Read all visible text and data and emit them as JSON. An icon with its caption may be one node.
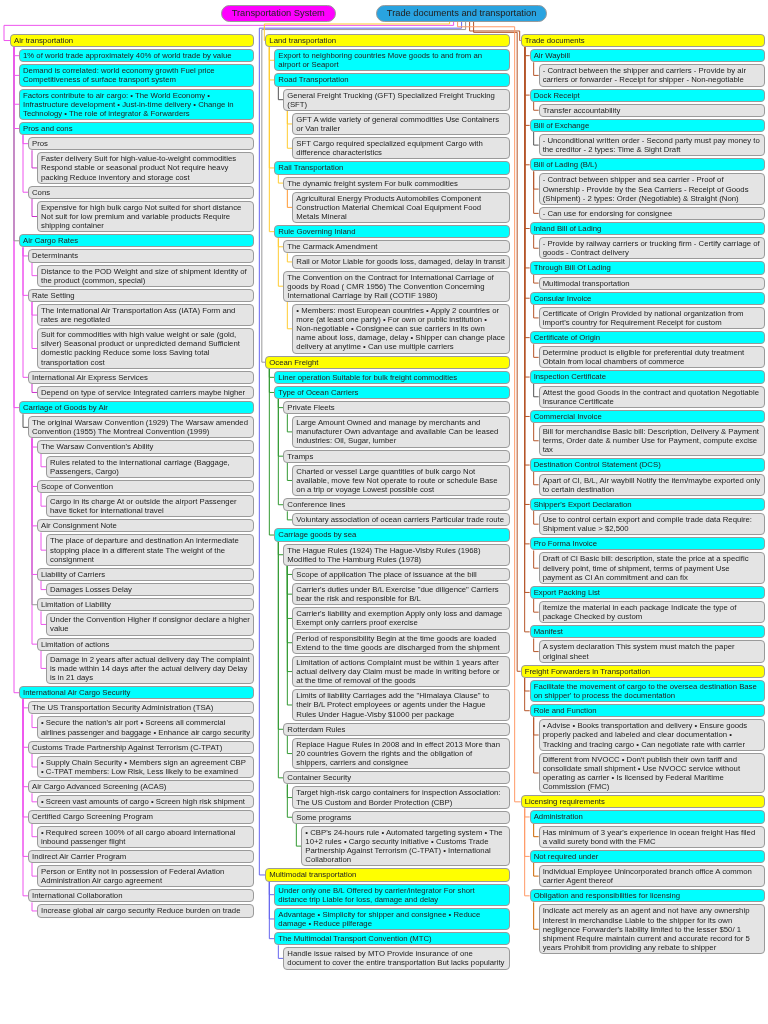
{
  "diagram": {
    "nodes": [
      {
        "text": [
          "Transportation System"
        ]
      },
      {
        "text": [
          "Trade documents and transportation"
        ]
      },
      {
        "text": [
          "Land transportation"
        ]
      },
      {
        "text": [
          "Export to neighboring countries Move goods to and from an airport or Seaport"
        ]
      },
      {
        "text": [
          "Road Transportation"
        ]
      },
      {
        "text": [
          "General Freight Trucking (GFT) Specialized Freight Trucking (SFT)"
        ]
      },
      {
        "text": [
          "GFT A wide variety of general commodities Use Containers or Van trailer"
        ]
      },
      {
        "text": [
          "SFT Cargo required specialized equipment Cargo with difference characteristics"
        ]
      },
      {
        "text": [
          "Rail Transportation"
        ]
      },
      {
        "text": [
          "The dynamic freight system For bulk commodities"
        ]
      },
      {
        "text": [
          "Agricultural Energy Products Automobiles Component Construction Material Chemical Coal Equipment Food Metals Mineral"
        ]
      },
      {
        "text": [
          "Rule Governing Inland"
        ]
      },
      {
        "text": [
          "The Carmack Amendment"
        ]
      },
      {
        "text": [
          "Rail or Motor Liable for goods loss, damaged, delay in transit"
        ]
      },
      {
        "text": [
          "The Convention on the Contract for International Carriage of goods by Road ( CMR 1956) The Convention Concerning International Carriage by Rail (COTIF 1980)"
        ]
      },
      {
        "text": [
          "• Members: most European countries • Apply 2 countries or more (at least one party) • For own or public institution • Non-negotiable • Consignee can sue carriers in its own name about loss, damage, delay • Shipper can change place delivery at anytime • Can use multiple carriers"
        ]
      },
      {
        "text": [
          "Air transportation"
        ]
      },
      {
        "text": [
          "1% of world trade approximately 40% of world trade by value"
        ]
      },
      {
        "text": [
          "Demand is correlated: world economy growth Fuel price Competitiveness of surface transport system"
        ]
      },
      {
        "text": [
          "Factors contribute to air cargo: • The World Economy • Infrastructure development • Just-in-time delivery • Change in Technology • The role of integrator & Forwarders"
        ]
      },
      {
        "text": [
          "Pros and cons"
        ]
      },
      {
        "text": [
          "Pros"
        ]
      },
      {
        "text": [
          "Faster delivery Suit for high-value-to-weight commodities Respond stable or seasonal product Not require heavy packing Reduce inventory and storage cost"
        ]
      },
      {
        "text": [
          "Cons"
        ]
      },
      {
        "text": [
          "Expensive for high bulk cargo Not suited for short distance Not suit for low premium and variable products Require shipping container"
        ]
      },
      {
        "text": [
          "Air Cargo Rates"
        ]
      },
      {
        "text": [
          "Determinants"
        ]
      },
      {
        "text": [
          "Distance to the POD Weight and size of shipment Identity of the product (common, special)"
        ]
      },
      {
        "text": [
          "Rate Setting"
        ]
      },
      {
        "text": [
          "The International Air Transportation Ass (IATA) Form and rates are negotiated"
        ]
      },
      {
        "text": [
          "Suit for commodities with high value weight or sale (gold, silver) Seasonal product or unpredicted demand Sufficient domestic packing Reduce some loss Saving total transportation cost"
        ]
      },
      {
        "text": [
          "International Air Express Services"
        ]
      },
      {
        "text": [
          "Depend on type of service Integrated carriers maybe higher"
        ]
      },
      {
        "text": [
          "Carriage of Goods by Air"
        ]
      },
      {
        "text": [
          "The original Warsaw Convention (1929) The Warsaw amended Convention (1955) The Montreal Convention (1999)"
        ]
      },
      {
        "text": [
          "The Warsaw Convention's Ability"
        ]
      },
      {
        "text": [
          "Rules related to the international carriage (Baggage, Passengers, Cargo)"
        ]
      },
      {
        "text": [
          "Scope of Convention"
        ]
      },
      {
        "text": [
          "Cargo in its charge At or outside the airport Passenger have ticket for international travel"
        ]
      },
      {
        "text": [
          "Air Consignment Note"
        ]
      },
      {
        "text": [
          "The place of departure and destination An intermediate stopping place in a different state The weight of the consignment"
        ]
      },
      {
        "text": [
          "Liability of Carriers"
        ]
      },
      {
        "text": [
          "Damages Losses Delay"
        ]
      },
      {
        "text": [
          "Limitation of Liability"
        ]
      },
      {
        "text": [
          "Under the Convention Higher if consignor declare a higher value"
        ]
      },
      {
        "text": [
          "Limitation of actions"
        ]
      },
      {
        "text": [
          "Damage in 2 years after actual delivery day The complaint is made within 14 days after the actual delivery day Delay is in 21 days"
        ]
      },
      {
        "text": [
          "International Air Cargo Security"
        ]
      },
      {
        "text": [
          "The US Transportation Security Administration (TSA)"
        ]
      },
      {
        "text": [
          "• Secure the nation's air port • Screens all commercial airlines passenger and baggage • Enhance air cargo security"
        ]
      },
      {
        "text": [
          "Customs Trade Partnership Against Terrorism (C-TPAT)"
        ]
      },
      {
        "text": [
          "• Supply Chain Security • Members sign an agreement CBP • C-TPAT members: Low Risk, Less likely to be examined"
        ]
      },
      {
        "text": [
          "Air Cargo Advanced Screening (ACAS)"
        ]
      },
      {
        "text": [
          "• Screen vast amounts of cargo • Screen high risk shipment"
        ]
      },
      {
        "text": [
          "Certified Cargo Screening Program"
        ]
      },
      {
        "text": [
          "• Required screen 100% of all cargo aboard international inbound passenger flight"
        ]
      },
      {
        "text": [
          "Indirect Air Carrier Program"
        ]
      },
      {
        "text": [
          "Person or Entity not in possession of Federal Aviation Administration Air cargo agreement"
        ]
      },
      {
        "text": [
          "International Collaboration"
        ]
      },
      {
        "text": [
          "Increase global air cargo security Reduce burden on trade"
        ]
      },
      {
        "text": [
          "Licensing requirements"
        ]
      },
      {
        "text": [
          "Administration"
        ]
      },
      {
        "text": [
          "Has minimum of 3 year's experience in ocean freight Has filed a valid surety bond with the FMC"
        ]
      },
      {
        "text": [
          "Not required under"
        ]
      },
      {
        "text": [
          "Individual Employee Unincorporated branch office A common carrier Agent thereof"
        ]
      },
      {
        "text": [
          "Obligation and responsibilities for licensing"
        ]
      },
      {
        "text": [
          "Indicate act merely as an agent and not have any ownership interest in merchandise Liable to the shipper for its own negligence Forwarder's liability limited to the lesser $50/ 1 shipment Require maintain current and accurate record for 5 years Prohibit from providing any rebate to shipper"
        ]
      },
      {
        "text": [
          "Multimodal transportation"
        ]
      },
      {
        "text": [
          "Under only one B/L Offered by carrier/integrator For short distance trip Liable for loss, damage and delay"
        ]
      },
      {
        "text": [
          "Advantage • Simplicity for shipper and consignee • Reduce damage • Reduce pilferage"
        ]
      },
      {
        "text": [
          "The Multimodal Transport Convention (MTC)"
        ]
      },
      {
        "text": [
          "Handle issue raised by MTO Provide insurance of one document to cover the entire transportation But lacks popularity"
        ]
      },
      {
        "text": [
          "Ocean Freight"
        ]
      },
      {
        "text": [
          "Liner operation Suitable for bulk freight commodities"
        ]
      },
      {
        "text": [
          "Type of Ocean Carriers"
        ]
      },
      {
        "text": [
          "Private Fleets"
        ]
      },
      {
        "text": [
          "Large Amount Owned and manage by merchants and manufacturer Own advantage and available Can be leased Industries: Oil, Sugar, lumber"
        ]
      },
      {
        "text": [
          "Tramps"
        ]
      },
      {
        "text": [
          "Charted or vessel Large quantities of bulk cargo Not available, move few Not operate to route or schedule Base on a trip or voyage Lowest possible cost"
        ]
      },
      {
        "text": [
          "Conference lines"
        ]
      },
      {
        "text": [
          "Voluntary association of ocean carriers Particular trade route"
        ]
      },
      {
        "text": [
          "Carriage goods by sea"
        ]
      },
      {
        "text": [
          "The Hague Rules (1924) The Hague-Visby Rules (1968) Modified to The Hamburg Rules (1978)"
        ]
      },
      {
        "text": [
          "Scope of application The place of issuance at the bill"
        ]
      },
      {
        "text": [
          "Carrier's duties under B/L Exercise \"due diligence\" Carriers bear the risk and responsible for B/L"
        ]
      },
      {
        "text": [
          "Carrier's liability and exemption Apply only loss and damage Exempt only carriers proof exercise"
        ]
      },
      {
        "text": [
          "Period of responsibility Begin at the time goods are loaded Extend to the time goods are discharged from the shipment"
        ]
      },
      {
        "text": [
          "Limitation of actions Complaint must be within 1 years after actual delivery day Claim must be made in writing before or at the time of removal of the goods"
        ]
      },
      {
        "text": [
          "Limits of liability Carriages add the \"Himalaya Clause\" to their B/L Protect employees or agents under the Hague Rules Under Hague-Visby $1000 per package"
        ]
      },
      {
        "text": [
          "Rotterdam Rules"
        ]
      },
      {
        "text": [
          "Replace Hague Rules in 2008 and in effect 2013 More than 20 countries Govern the rights and the obligation of shippers, carriers and consignee"
        ]
      },
      {
        "text": [
          "Container Security"
        ]
      },
      {
        "text": [
          "Target high-risk cargo containers for inspection Association: The US Custom and Border Protection (CBP)"
        ]
      },
      {
        "text": [
          "Some programs"
        ]
      },
      {
        "text": [
          "• CBP's 24-hours rule • Automated targeting system • The 10+2 rules • Cargo security initiative • Customs Trade Partnership Against Terrorism (C-TPAT) • International Collaboration"
        ]
      },
      {
        "text": [
          "Trade documents"
        ]
      },
      {
        "text": [
          "Air Waybill"
        ]
      },
      {
        "text": [
          "- Contract between the shipper and carriers - Provide by air carriers or forwarder - Receipt for shipper - Non-negotiable"
        ]
      },
      {
        "text": [
          "Dock Receipt"
        ]
      },
      {
        "text": [
          "Transfer accountability"
        ]
      },
      {
        "text": [
          "Bill of Exchange"
        ]
      },
      {
        "text": [
          "- Unconditional written order - Second party must pay money to the creditor - 2 types: Time & Sight Draft"
        ]
      },
      {
        "text": [
          "Bill of Lading (B/L)"
        ]
      },
      {
        "text": [
          "- Contract between shipper and sea carrier - Proof of Ownership - Provide by the Sea Carriers - Receipt of Goods (Shipment) - 2 types: Order (Negotiable) & Straight (Non)"
        ]
      },
      {
        "text": [
          "- Can use for endorsing for consignee"
        ]
      },
      {
        "text": [
          "Inland Bill of Lading"
        ]
      },
      {
        "text": [
          "- Provide by railway carriers or trucking firm - Certify carriage of goods - Contract delivery"
        ]
      },
      {
        "text": [
          "Through Bill Of Lading"
        ]
      },
      {
        "text": [
          "Multimodal transportation"
        ]
      },
      {
        "text": [
          "Consular Invoice"
        ]
      },
      {
        "text": [
          "Certificate of Origin Provided by national organization from import's country for Requirement Receipt for custom"
        ]
      },
      {
        "text": [
          "Certificate of Origin"
        ]
      },
      {
        "text": [
          "Determine product is eligible for preferential duty treatment Obtain from local chambers of commerce"
        ]
      },
      {
        "text": [
          "Inspection Certificate"
        ]
      },
      {
        "text": [
          "Attest the good Goods in the contract and quotation Negotiable Insurance Certificate"
        ]
      },
      {
        "text": [
          "Commercial Invoice"
        ]
      },
      {
        "text": [
          "Bill for merchandise Basic bill: Description, Delivery & Payment terms, Order date & number Use for Payment, compute excise tax"
        ]
      },
      {
        "text": [
          "Destination Control Statement (DCS)"
        ]
      },
      {
        "text": [
          "Apart of CI, B/L, Air waybill Notify the item/maybe exported only to certain destination"
        ]
      },
      {
        "text": [
          "Shipper's Export Declaration"
        ]
      },
      {
        "text": [
          "Use to control certain export and compile trade data Require: Shipment value > $2,500"
        ]
      },
      {
        "text": [
          "Pro Forma Invoice"
        ]
      },
      {
        "text": [
          "Draft of CI Basic bill: description, state the price at a specific delivery point, time of shipment, terms of payment Use payment as CI An commitment and can fix"
        ]
      },
      {
        "text": [
          "Export Packing List"
        ]
      },
      {
        "text": [
          "Itemize the material in each package Indicate the type of package Checked by custom"
        ]
      },
      {
        "text": [
          "Manifest"
        ]
      },
      {
        "text": [
          "A system declaration This system must match the paper original sheet"
        ]
      },
      {
        "text": [
          "Freight Forwarders in Transportation"
        ]
      },
      {
        "text": [
          "Facilitate the movement of cargo to the oversea destination Base on shipper' to process the documentation"
        ]
      },
      {
        "text": [
          "Role and Function"
        ]
      },
      {
        "text": [
          "• Advise • Books transportation and delivery • Ensure goods properly packed and labeled and clear documentation • Tracking and tracing cargo • Can negotiate rate with carrier"
        ]
      },
      {
        "text": [
          "Different from NVOCC • Don't publish their own tariff and consolidate small shipment • Use NVOCC service without operating as carrier • Is licensed by Federal Maritime Commission (FMC)"
        ]
      }
    ],
    "edges": [
      {
        "from": 1,
        "to": 2,
        "arrow": "none",
        "color": "#ffcc33"
      },
      {
        "from": 2,
        "to": 3,
        "arrow": "none",
        "color": "#ffcc33"
      },
      {
        "from": 2,
        "to": 4,
        "arrow": "none",
        "color": "#ffcc33"
      },
      {
        "from": 4,
        "to": 5,
        "arrow": "none",
        "color": "#555555"
      },
      {
        "from": 5,
        "to": 6,
        "arrow": "none",
        "color": "#ffcc33"
      },
      {
        "from": 5,
        "to": 7,
        "arrow": "none",
        "color": "#ffcc33"
      },
      {
        "from": 2,
        "to": 8,
        "arrow": "none",
        "color": "#ffcc33"
      },
      {
        "from": 8,
        "to": 9,
        "arrow": "none",
        "color": "#ffcc33"
      },
      {
        "from": 9,
        "to": 10,
        "arrow": "none",
        "color": "#ff9933"
      },
      {
        "from": 2,
        "to": 11,
        "arrow": "none",
        "color": "#ffcc33"
      },
      {
        "from": 11,
        "to": 12,
        "arrow": "none",
        "color": "#ffcc33"
      },
      {
        "from": 12,
        "to": 13,
        "arrow": "none",
        "color": "#ffcc33"
      },
      {
        "from": 11,
        "to": 14,
        "arrow": "none",
        "color": "#ffcc33"
      },
      {
        "from": 14,
        "to": 15,
        "arrow": "none",
        "color": "#ffcc33"
      },
      {
        "from": 1,
        "to": 16,
        "arrow": "none",
        "color": "#ee55ee"
      },
      {
        "from": 16,
        "to": 17,
        "arrow": "none",
        "color": "#ee55ee"
      },
      {
        "from": 16,
        "to": 18,
        "arrow": "none",
        "color": "#ee55ee"
      },
      {
        "from": 16,
        "to": 19,
        "arrow": "none",
        "color": "#ee55ee"
      },
      {
        "from": 16,
        "to": 20,
        "arrow": "none",
        "color": "#ee55ee"
      },
      {
        "from": 20,
        "to": 21,
        "arrow": "none",
        "color": "#ee55ee"
      },
      {
        "from": 21,
        "to": 22,
        "arrow": "none",
        "color": "#cc33cc"
      },
      {
        "from": 20,
        "to": 23,
        "arrow": "none",
        "color": "#ee55ee"
      },
      {
        "from": 23,
        "to": 24,
        "arrow": "none",
        "color": "#cc33cc"
      },
      {
        "from": 16,
        "to": 25,
        "arrow": "none",
        "color": "#999999"
      },
      {
        "from": 25,
        "to": 26,
        "arrow": "none",
        "color": "#ee55ee"
      },
      {
        "from": 26,
        "to": 27,
        "arrow": "none",
        "color": "#ee55ee"
      },
      {
        "from": 25,
        "to": 28,
        "arrow": "none",
        "color": "#ee55ee"
      },
      {
        "from": 28,
        "to": 29,
        "arrow": "none",
        "color": "#ee55ee"
      },
      {
        "from": 28,
        "to": 30,
        "arrow": "none",
        "color": "#ee55ee"
      },
      {
        "from": 25,
        "to": 31,
        "arrow": "none",
        "color": "#ee55ee"
      },
      {
        "from": 31,
        "to": 32,
        "arrow": "none",
        "color": "#cc33cc"
      },
      {
        "from": 16,
        "to": 33,
        "arrow": "none",
        "color": "#ee55ee"
      },
      {
        "from": 33,
        "to": 34,
        "arrow": "none",
        "color": "#555555"
      },
      {
        "from": 34,
        "to": 35,
        "arrow": "none",
        "color": "#ee55ee"
      },
      {
        "from": 35,
        "to": 36,
        "arrow": "none",
        "color": "#ee55ee"
      },
      {
        "from": 34,
        "to": 37,
        "arrow": "none",
        "color": "#ee55ee"
      },
      {
        "from": 37,
        "to": 38,
        "arrow": "none",
        "color": "#ee55ee"
      },
      {
        "from": 34,
        "to": 39,
        "arrow": "none",
        "color": "#ee55ee"
      },
      {
        "from": 39,
        "to": 40,
        "arrow": "none",
        "color": "#ee55ee"
      },
      {
        "from": 34,
        "to": 41,
        "arrow": "none",
        "color": "#ee55ee"
      },
      {
        "from": 41,
        "to": 42,
        "arrow": "none",
        "color": "#ee55ee"
      },
      {
        "from": 34,
        "to": 43,
        "arrow": "none",
        "color": "#999999"
      },
      {
        "from": 43,
        "to": 44,
        "arrow": "none",
        "color": "#ee55ee"
      },
      {
        "from": 34,
        "to": 45,
        "arrow": "none",
        "color": "#ee55ee"
      },
      {
        "from": 45,
        "to": 46,
        "arrow": "none",
        "color": "#ee55ee"
      },
      {
        "from": 16,
        "to": 47,
        "arrow": "none",
        "color": "#ee55ee"
      },
      {
        "from": 47,
        "to": 48,
        "arrow": "none",
        "color": "#ee55ee"
      },
      {
        "from": 48,
        "to": 49,
        "arrow": "none",
        "color": "#ee55ee"
      },
      {
        "from": 47,
        "to": 50,
        "arrow": "none",
        "color": "#ee55ee"
      },
      {
        "from": 50,
        "to": 51,
        "arrow": "none",
        "color": "#ee55ee"
      },
      {
        "from": 47,
        "to": 52,
        "arrow": "none",
        "color": "#ee55ee"
      },
      {
        "from": 52,
        "to": 53,
        "arrow": "none",
        "color": "#ee55ee"
      },
      {
        "from": 47,
        "to": 54,
        "arrow": "none",
        "color": "#ee55ee"
      },
      {
        "from": 54,
        "to": 55,
        "arrow": "none",
        "color": "#ee55ee"
      },
      {
        "from": 47,
        "to": 56,
        "arrow": "none",
        "color": "#ee55ee"
      },
      {
        "from": 56,
        "to": 57,
        "arrow": "none",
        "color": "#ee55ee"
      },
      {
        "from": 47,
        "to": 58,
        "arrow": "none",
        "color": "#ee55ee"
      },
      {
        "from": 58,
        "to": 59,
        "arrow": "none",
        "color": "#ee55ee"
      },
      {
        "from": 1,
        "to": 60,
        "arrow": "none",
        "color": "#ff9966"
      },
      {
        "from": 60,
        "to": 61,
        "arrow": "none",
        "color": "#ff9966"
      },
      {
        "from": 61,
        "to": 62,
        "arrow": "none",
        "color": "#cc6600"
      },
      {
        "from": 60,
        "to": 63,
        "arrow": "none",
        "color": "#ff9966"
      },
      {
        "from": 63,
        "to": 64,
        "arrow": "none",
        "color": "#cc6600"
      },
      {
        "from": 60,
        "to": 65,
        "arrow": "none",
        "color": "#ff9966"
      },
      {
        "from": 65,
        "to": 66,
        "arrow": "none",
        "color": "#cc6600"
      },
      {
        "from": 1,
        "to": 67,
        "arrow": "none",
        "color": "#6666ee"
      },
      {
        "from": 67,
        "to": 68,
        "arrow": "none",
        "color": "#6666ee"
      },
      {
        "from": 67,
        "to": 69,
        "arrow": "none",
        "color": "#6666ee"
      },
      {
        "from": 67,
        "to": 70,
        "arrow": "none",
        "color": "#6666ee"
      },
      {
        "from": 70,
        "to": 71,
        "arrow": "none",
        "color": "#6666ee"
      },
      {
        "from": 1,
        "to": 72,
        "arrow": "none",
        "color": "#999999"
      },
      {
        "from": 72,
        "to": 73,
        "arrow": "none",
        "color": "#339933"
      },
      {
        "from": 72,
        "to": 74,
        "arrow": "none",
        "color": "#339933"
      },
      {
        "from": 74,
        "to": 75,
        "arrow": "none",
        "color": "#339933"
      },
      {
        "from": 75,
        "to": 76,
        "arrow": "none",
        "color": "#339933"
      },
      {
        "from": 74,
        "to": 77,
        "arrow": "none",
        "color": "#339933"
      },
      {
        "from": 77,
        "to": 78,
        "arrow": "none",
        "color": "#339933"
      },
      {
        "from": 74,
        "to": 79,
        "arrow": "none",
        "color": "#339933"
      },
      {
        "from": 79,
        "to": 80,
        "arrow": "none",
        "color": "#339933"
      },
      {
        "from": 72,
        "to": 81,
        "arrow": "none",
        "color": "#339933"
      },
      {
        "from": 81,
        "to": 82,
        "arrow": "none",
        "color": "#339933"
      },
      {
        "from": 82,
        "to": 83,
        "arrow": "none",
        "color": "#339933"
      },
      {
        "from": 82,
        "to": 84,
        "arrow": "none",
        "color": "#339933"
      },
      {
        "from": 82,
        "to": 85,
        "arrow": "none",
        "color": "#339933"
      },
      {
        "from": 82,
        "to": 86,
        "arrow": "none",
        "color": "#339933"
      },
      {
        "from": 82,
        "to": 87,
        "arrow": "none",
        "color": "#339933"
      },
      {
        "from": 82,
        "to": 88,
        "arrow": "none",
        "color": "#339933"
      },
      {
        "from": 81,
        "to": 89,
        "arrow": "none",
        "color": "#339933"
      },
      {
        "from": 89,
        "to": 90,
        "arrow": "none",
        "color": "#339933"
      },
      {
        "from": 81,
        "to": 91,
        "arrow": "none",
        "color": "#339933"
      },
      {
        "from": 91,
        "to": 92,
        "arrow": "none",
        "color": "#339933"
      },
      {
        "from": 91,
        "to": 93,
        "arrow": "none",
        "color": "#339933"
      },
      {
        "from": 93,
        "to": 94,
        "arrow": "none",
        "color": "#339933"
      },
      {
        "from": 1,
        "to": 95,
        "arrow": "none",
        "color": "#b5562a"
      },
      {
        "from": 95,
        "to": 96,
        "arrow": "none",
        "color": "#b5562a"
      },
      {
        "from": 96,
        "to": 97,
        "arrow": "none",
        "color": "#b5562a"
      },
      {
        "from": 95,
        "to": 98,
        "arrow": "none",
        "color": "#b5562a"
      },
      {
        "from": 98,
        "to": 99,
        "arrow": "none",
        "color": "#b5562a"
      },
      {
        "from": 95,
        "to": 100,
        "arrow": "none",
        "color": "#b5562a"
      },
      {
        "from": 100,
        "to": 101,
        "arrow": "none",
        "color": "#555555"
      },
      {
        "from": 95,
        "to": 102,
        "arrow": "none",
        "color": "#b5562a"
      },
      {
        "from": 102,
        "to": 103,
        "arrow": "none",
        "color": "#b5562a"
      },
      {
        "from": 102,
        "to": 104,
        "arrow": "none",
        "color": "#b5562a"
      },
      {
        "from": 95,
        "to": 105,
        "arrow": "none",
        "color": "#b5562a"
      },
      {
        "from": 105,
        "to": 106,
        "arrow": "none",
        "color": "#b5562a"
      },
      {
        "from": 95,
        "to": 107,
        "arrow": "none",
        "color": "#b5562a"
      },
      {
        "from": 107,
        "to": 108,
        "arrow": "none",
        "color": "#b5562a"
      },
      {
        "from": 95,
        "to": 109,
        "arrow": "none",
        "color": "#b5562a"
      },
      {
        "from": 109,
        "to": 110,
        "arrow": "none",
        "color": "#b5562a"
      },
      {
        "from": 95,
        "to": 111,
        "arrow": "none",
        "color": "#b5562a"
      },
      {
        "from": 111,
        "to": 112,
        "arrow": "none",
        "color": "#b5562a"
      },
      {
        "from": 95,
        "to": 113,
        "arrow": "none",
        "color": "#b5562a"
      },
      {
        "from": 113,
        "to": 114,
        "arrow": "none",
        "color": "#555555"
      },
      {
        "from": 95,
        "to": 115,
        "arrow": "none",
        "color": "#b5562a"
      },
      {
        "from": 115,
        "to": 116,
        "arrow": "none",
        "color": "#b5562a"
      },
      {
        "from": 95,
        "to": 117,
        "arrow": "none",
        "color": "#b5562a"
      },
      {
        "from": 117,
        "to": 118,
        "arrow": "none",
        "color": "#b5562a"
      },
      {
        "from": 95,
        "to": 119,
        "arrow": "none",
        "color": "#b5562a"
      },
      {
        "from": 119,
        "to": 120,
        "arrow": "none",
        "color": "#b5562a"
      },
      {
        "from": 95,
        "to": 121,
        "arrow": "none",
        "color": "#b5562a"
      },
      {
        "from": 121,
        "to": 122,
        "arrow": "none",
        "color": "#b5562a"
      },
      {
        "from": 95,
        "to": 123,
        "arrow": "none",
        "color": "#b5562a"
      },
      {
        "from": 123,
        "to": 124,
        "arrow": "none",
        "color": "#b5562a"
      },
      {
        "from": 95,
        "to": 125,
        "arrow": "none",
        "color": "#b5562a"
      },
      {
        "from": 125,
        "to": 126,
        "arrow": "none",
        "color": "#b5562a"
      },
      {
        "from": 1,
        "to": 127,
        "arrow": "none",
        "color": "#b5562a"
      },
      {
        "from": 127,
        "to": 128,
        "arrow": "none",
        "color": "#b5562a"
      },
      {
        "from": 127,
        "to": 129,
        "arrow": "none",
        "color": "#b5562a"
      },
      {
        "from": 129,
        "to": 130,
        "arrow": "none",
        "color": "#b5562a"
      },
      {
        "from": 129,
        "to": 131,
        "arrow": "none",
        "color": "#b5562a"
      }
    ]
  }
}
